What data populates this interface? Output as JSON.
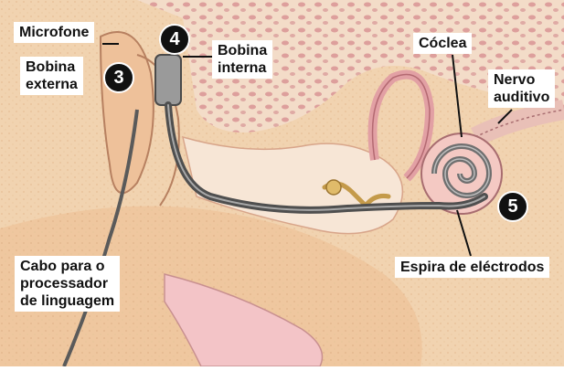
{
  "labels": {
    "microfone": "Microfone",
    "bobina_externa": [
      "Bobina",
      "externa"
    ],
    "bobina_interna": [
      "Bobina",
      "interna"
    ],
    "coclea": "Cóclea",
    "nervo_auditivo": [
      "Nervo",
      "auditivo"
    ],
    "espira": "Espira de eléctrodos",
    "cabo": [
      "Cabo para o",
      "processador",
      "de linguagem"
    ]
  },
  "badges": {
    "three": "3",
    "four": "4",
    "five": "5"
  },
  "colors": {
    "skin": "#f2d2a6",
    "tissue": "#e9b7a3",
    "bone": "#f6dfc8",
    "pink": "#e7a3a6",
    "device": "#8b8b8b",
    "electrode": "#5a5a5a",
    "outline": "#111111"
  }
}
